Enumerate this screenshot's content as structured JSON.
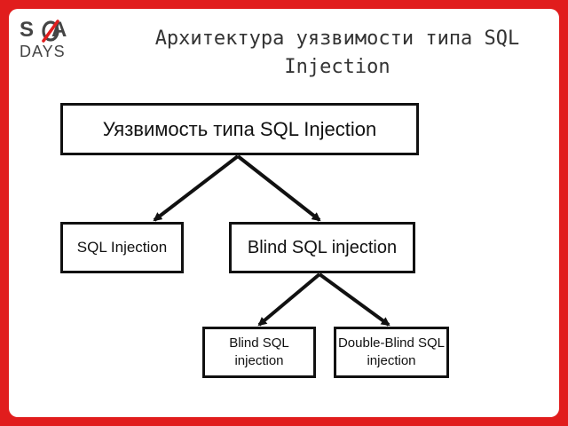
{
  "logo": {
    "top": "SOA",
    "bottom": "DAYS"
  },
  "title": "Архитектура уязвимости типа SQL Injection",
  "diagram": {
    "root": "Уязвимость типа SQL Injection",
    "sql_injection": "SQL Injection",
    "blind_sql_injection": "Blind SQL injection",
    "blind_sql_child": "Blind SQL injection",
    "double_blind": "Double-Blind SQL injection"
  },
  "colors": {
    "border": "#e11d1d",
    "logo_accent": "#e11d1d",
    "text": "#111111"
  }
}
